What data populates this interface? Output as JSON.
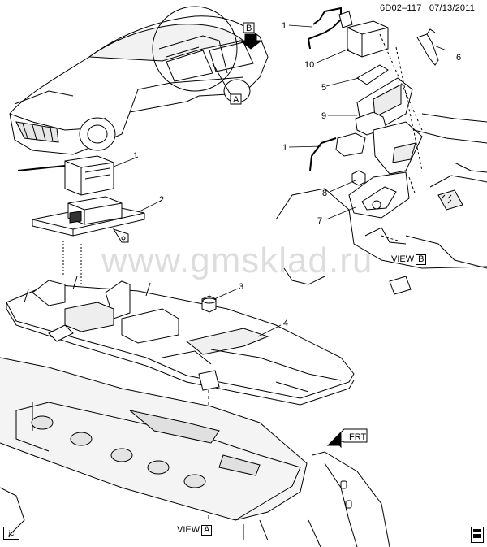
{
  "header": {
    "diagram_id": "6D02–117",
    "date": "07/13/2011"
  },
  "watermark": "www.gmsklad.ru",
  "corner_tag": "jc",
  "callouts": [
    {
      "id": "c1a",
      "label": "1"
    },
    {
      "id": "c10",
      "label": "10"
    },
    {
      "id": "c6",
      "label": "6"
    },
    {
      "id": "c5",
      "label": "5"
    },
    {
      "id": "c9",
      "label": "9"
    },
    {
      "id": "c1b",
      "label": "1"
    },
    {
      "id": "c8",
      "label": "8"
    },
    {
      "id": "c7",
      "label": "7"
    },
    {
      "id": "c1c",
      "label": "1"
    },
    {
      "id": "c2",
      "label": "2"
    },
    {
      "id": "c3",
      "label": "3"
    },
    {
      "id": "c4",
      "label": "4"
    }
  ],
  "view_markers": {
    "a_box": "A",
    "b_box": "B",
    "view_a": {
      "text": "VIEW",
      "box": "A"
    },
    "view_b": {
      "text": "VIEW",
      "box": "B"
    }
  },
  "direction_label": "FRT",
  "colors": {
    "line": "#000000",
    "fill": "#ffffff",
    "shade": "#d8d8d8"
  }
}
